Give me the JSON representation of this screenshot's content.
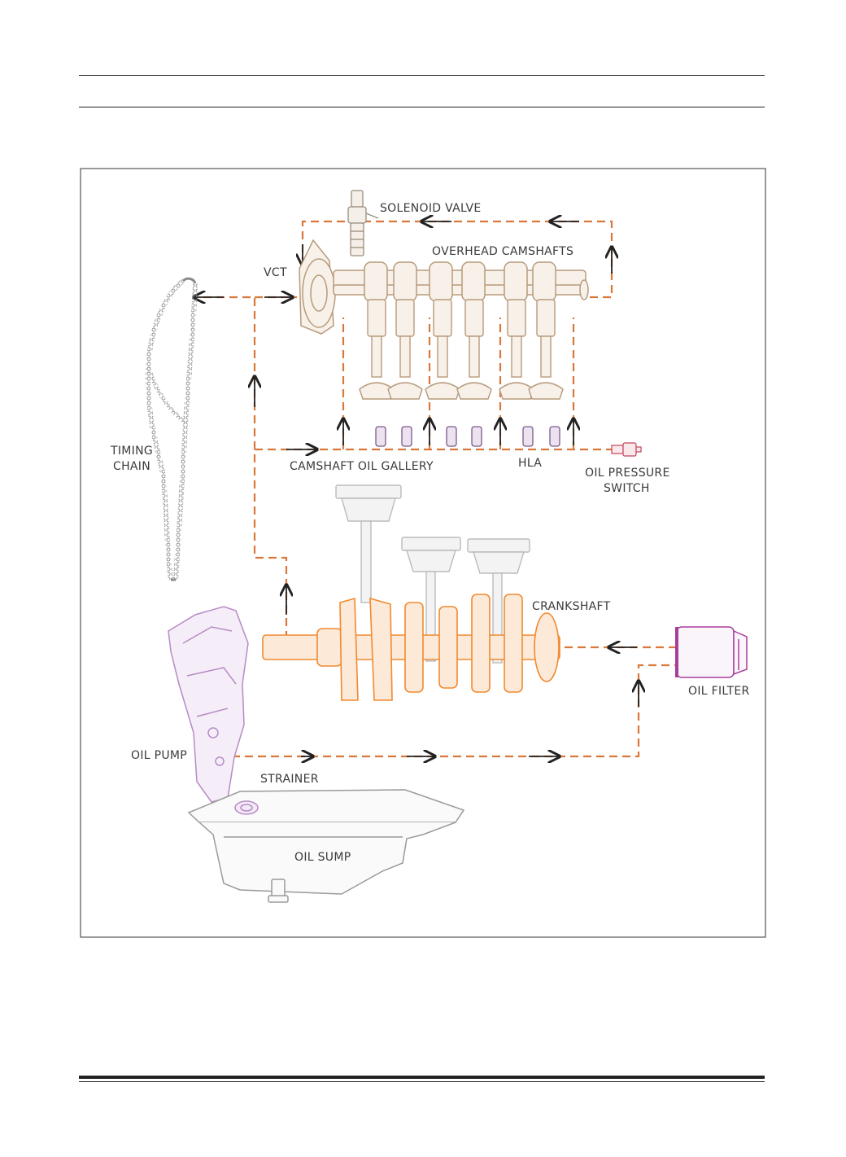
{
  "colors": {
    "oil_path": "#d9783a",
    "crankshaft": "#f08a30",
    "camshaft": "#b89a7a",
    "pump": "#b68bc6",
    "chain": "#8a8a8a",
    "arrow": "#222222",
    "sump": "#9a9a9a"
  },
  "labels": {
    "solenoid_valve": "SOLENOID VALVE",
    "overhead_camshafts": "OVERHEAD CAMSHAFTS",
    "vct": "VCT",
    "timing_chain_1": "TIMING",
    "timing_chain_2": "CHAIN",
    "camshaft_oil_gallery": "CAMSHAFT OIL GALLERY",
    "hla": "HLA",
    "oil_pressure_switch_1": "OIL PRESSURE",
    "oil_pressure_switch_2": "SWITCH",
    "crankshaft": "CRANKSHAFT",
    "oil_filter": "OIL FILTER",
    "oil_pump": "OIL PUMP",
    "strainer": "STRAINER",
    "oil_sump": "OIL SUMP"
  }
}
